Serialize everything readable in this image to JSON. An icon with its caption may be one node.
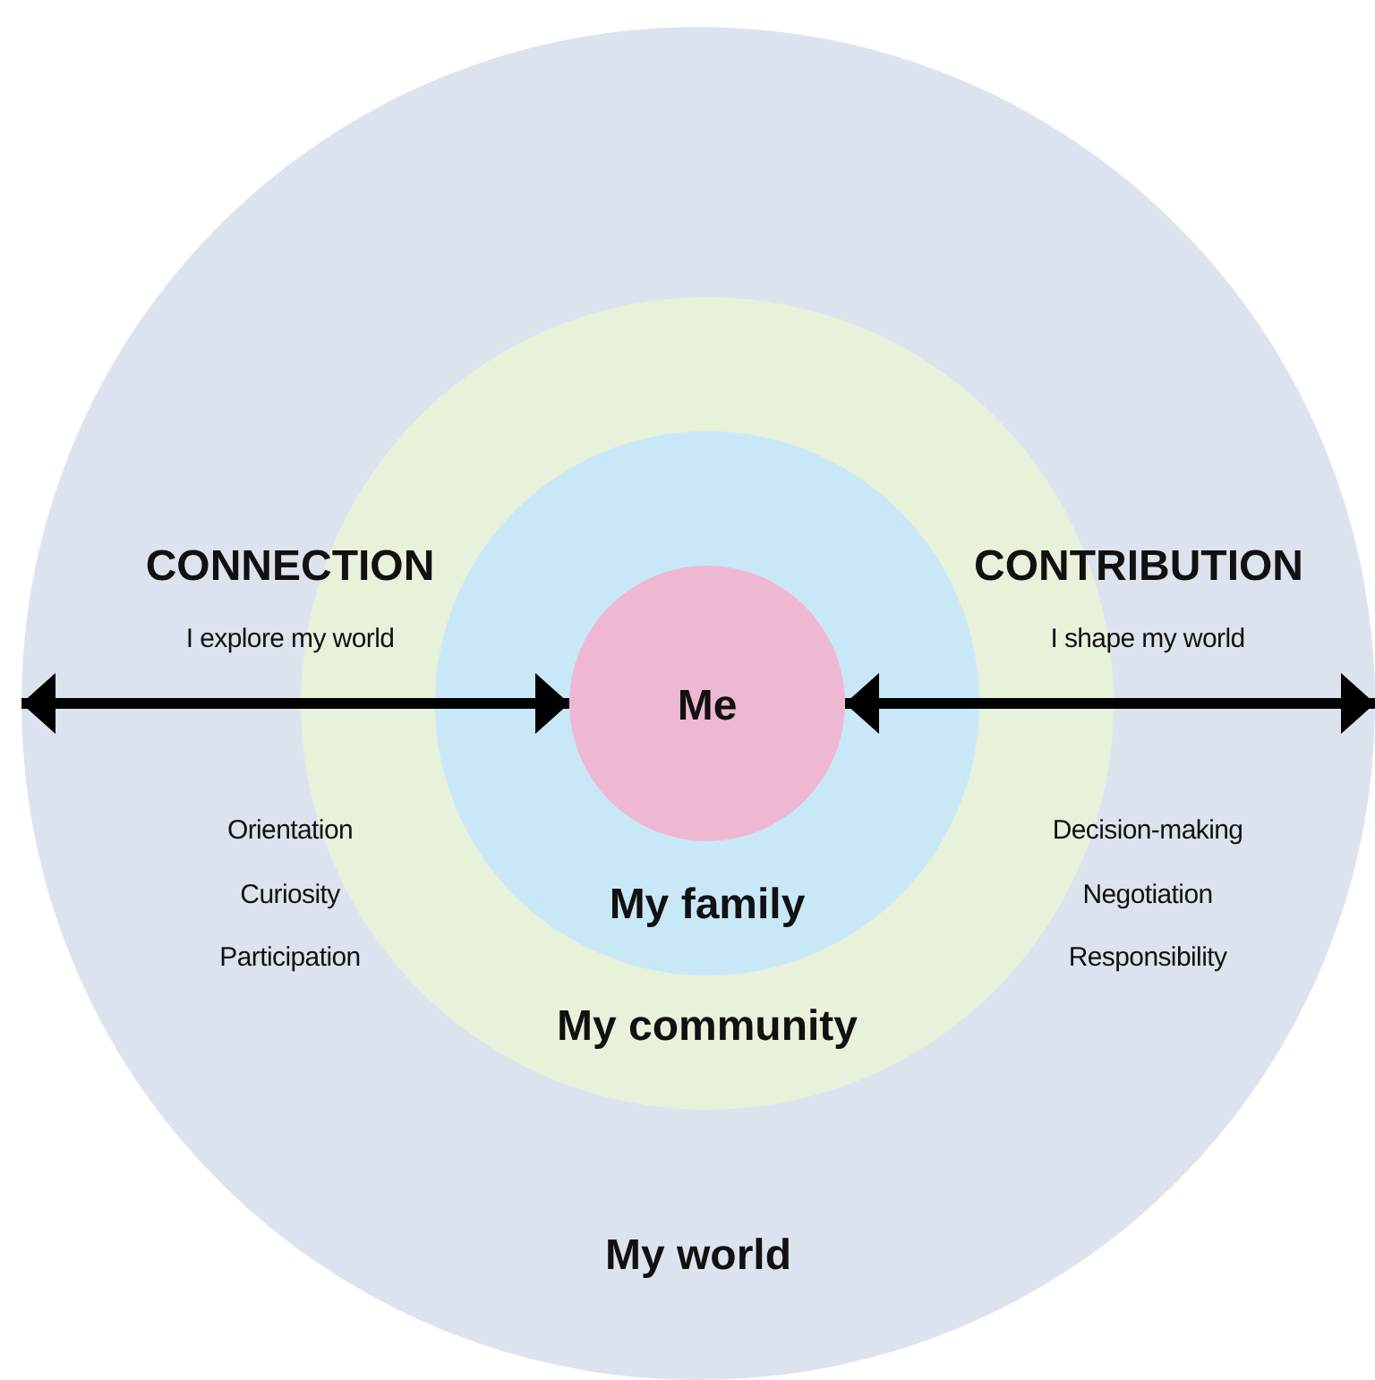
{
  "diagram": {
    "nodes": [
      {
        "text": [
          "My world"
        ]
      },
      {
        "text": [
          "My community"
        ],
        "in": 0
      },
      {
        "text": [
          "My family"
        ],
        "in": 1
      },
      {
        "text": [
          "Me"
        ],
        "in": 2
      }
    ],
    "edges": [
      {
        "from": 0,
        "to": 3,
        "arrow": "both"
      },
      {
        "from": 3,
        "to": 0,
        "arrow": "both"
      }
    ],
    "labels": [
      "CONNECTION",
      "CONTRIBUTION",
      "I explore my world",
      "I shape my world",
      "Orientation",
      "Decision-making",
      "Curiosity",
      "Negotiation",
      "Participation",
      "Responsibility"
    ]
  }
}
